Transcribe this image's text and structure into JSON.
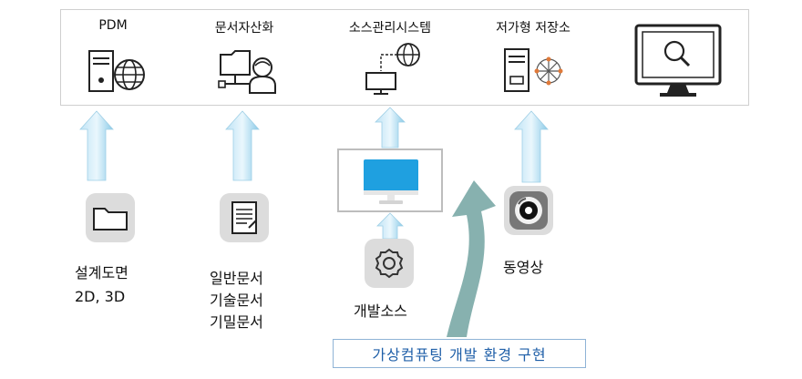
{
  "systems": [
    {
      "label": "PDM",
      "icon": "server-globe-icon"
    },
    {
      "label": "문서자산화",
      "icon": "network-user-icon"
    },
    {
      "label": "소스관리시스템",
      "icon": "monitor-globe-icon"
    },
    {
      "label": "저가형 저장소",
      "icon": "server-network-icon"
    },
    {
      "label": "",
      "icon": "monitor-search-icon"
    }
  ],
  "sources": [
    {
      "icon": "folder-icon",
      "lines": [
        "설계도면",
        "2D, 3D"
      ]
    },
    {
      "icon": "document-icon",
      "lines": [
        "일반문서",
        "기술문서",
        "기밀문서"
      ]
    },
    {
      "icon": "gear-icon",
      "lines": [
        "개발소스"
      ]
    },
    {
      "icon": "video-lens-icon",
      "lines": [
        "동영상"
      ]
    }
  ],
  "banner": "가상컴퓨팅 개발 환경 구현",
  "colors": {
    "arrow_light": "#dff1fb",
    "arrow_dark": "#8ccbe8",
    "curve": "#7aa9a6",
    "banner_text": "#1f5fa8"
  }
}
